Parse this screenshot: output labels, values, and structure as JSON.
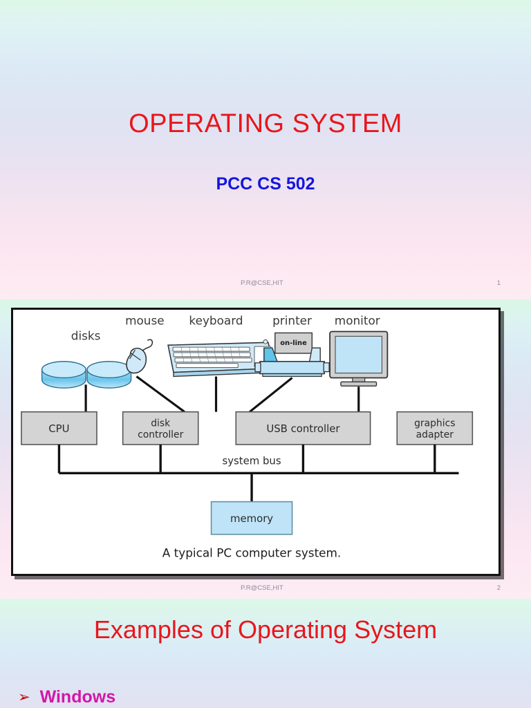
{
  "slide1": {
    "title": "OPERATING SYSTEM",
    "subtitle": "PCC CS 502",
    "footer_left": "P.R@CSE,HIT",
    "footer_page": "1",
    "title_color": "#e8161d",
    "subtitle_color": "#1515e0"
  },
  "slide2": {
    "footer_left": "P.R@CSE,HIT",
    "footer_page": "2",
    "diagram": {
      "caption": "A typical PC computer system.",
      "bus_label": "system bus",
      "device_labels": {
        "disks": "disks",
        "mouse": "mouse",
        "keyboard": "keyboard",
        "printer": "printer",
        "monitor": "monitor",
        "printer_badge": "on-line"
      },
      "controllers": [
        {
          "label": "CPU"
        },
        {
          "label_line1": "disk",
          "label_line2": "controller"
        },
        {
          "label": "USB controller"
        },
        {
          "label_line1": "graphics",
          "label_line2": "adapter"
        }
      ],
      "memory_label": "memory",
      "colors": {
        "box_fill": "#d4d4d4",
        "box_stroke": "#555555",
        "memory_fill": "#bfe4f7",
        "device_fill": "#bfe4f7",
        "line": "#111111"
      }
    }
  },
  "slide3": {
    "title": "Examples of Operating System",
    "bullet_marker": "➢",
    "bullets": [
      {
        "text": "Windows"
      }
    ],
    "title_color": "#e8161d",
    "bullet_color": "#d316a8"
  }
}
